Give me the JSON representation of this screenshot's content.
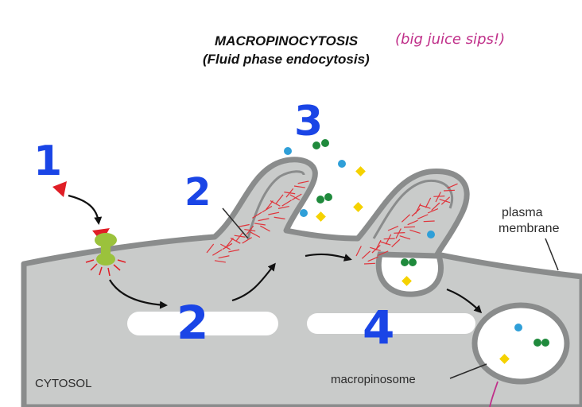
{
  "title": "MACROPINOCYTOSIS",
  "subtitle": "(Fluid phase endocytosis)",
  "annotation_handwritten": "(big juice sips!)",
  "labels": {
    "plasma_membrane_line1": "plasma",
    "plasma_membrane_line2": "membrane",
    "cytosol": "CYTOSOL",
    "macropinosome": "macropinosome"
  },
  "step_numbers": {
    "step1": "1",
    "step2_ruffle": "2",
    "step2_lower": "2",
    "step3": "3",
    "step4": "4"
  },
  "colors": {
    "membrane": "#8a8c8c",
    "cytosol": "#c9cbca",
    "actin": "#e0333a",
    "ligand": "#e01e26",
    "receptor": "#9bc23c",
    "blue_particle": "#2f9fd8",
    "green_particle": "#1f8a3c",
    "yellow_particle": "#f5d200",
    "step_number": "#1a45e6",
    "handwriting": "#c0308a"
  }
}
